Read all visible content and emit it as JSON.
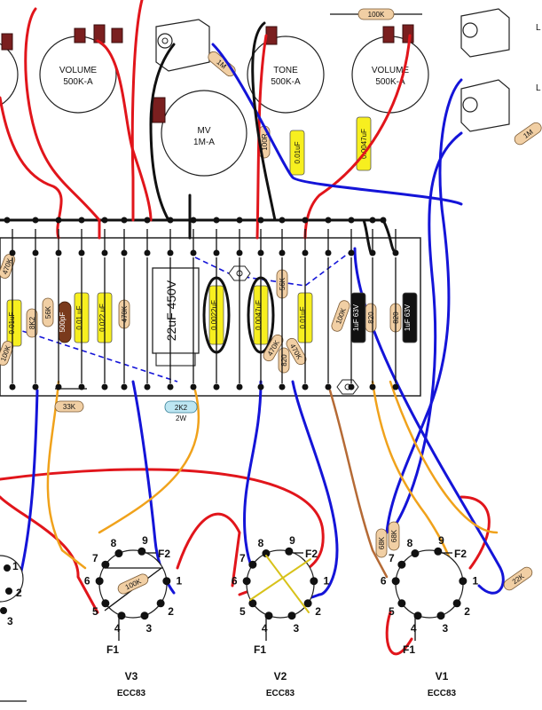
{
  "pots": [
    {
      "id": "vol3",
      "line1": "VOLUME",
      "line2": "500K-A"
    },
    {
      "id": "mv",
      "line1": "MV",
      "line2": "1M-A"
    },
    {
      "id": "tone",
      "line1": "TONE",
      "line2": "500K-A"
    },
    {
      "id": "vol1",
      "line1": "VOLUME",
      "line2": "500K-A"
    }
  ],
  "components": {
    "r_100k_top": "100K",
    "r_1m_a": "1M",
    "r_1m_b": "1M",
    "r_100r": "100R",
    "c_001_tone": "0.01uF",
    "c_0047_top": "0.0047uF",
    "filter_cap": "22uF 450V",
    "c_0022": "0.0022uF",
    "c_0047_board": "0.0047uF",
    "r_56k_b": "56K",
    "c_001_board_v2": "0.01uF",
    "r_100k_v1": "100K",
    "r_820_a": "820",
    "cap_1uf_a": "1uF 63V",
    "r_820_b": "820",
    "cap_1uf_b": "1uF 63V",
    "c_001_board_left": "0.01uF",
    "r_8k2": "8K2",
    "r_56k_a": "56K",
    "c_500pf": "500pF",
    "c_001_mid": "0.01 uF",
    "c_0022_mid": "0.022 uF",
    "r_470k_a": "470K",
    "r_470k_v2": "470K",
    "r_820_v2": "820",
    "r_470k_v2b": "470K",
    "r_33k": "33K",
    "r_2k2": "2K2",
    "r_2k2_rating": "2W",
    "r_100k_v3": "100K",
    "r_68k_a": "68K",
    "r_68k_b": "68K",
    "r_22k": "22K",
    "r_470k_edge": "470K",
    "r_100k_edge": "100K"
  },
  "tubes": [
    {
      "id": "v3",
      "name": "V3",
      "type": "ECC83",
      "f1": "F1",
      "f2": "F2",
      "pins": [
        "1",
        "2",
        "3",
        "4",
        "5",
        "6",
        "7",
        "8",
        "9"
      ]
    },
    {
      "id": "v2",
      "name": "V2",
      "type": "ECC83",
      "f1": "F1",
      "f2": "F2",
      "pins": [
        "1",
        "2",
        "3",
        "4",
        "5",
        "6",
        "7",
        "8",
        "9"
      ]
    },
    {
      "id": "v1",
      "name": "V1",
      "type": "ECC83",
      "f1": "F1",
      "f2": "F2",
      "pins": [
        "1",
        "2",
        "3",
        "4",
        "5",
        "6",
        "7",
        "8",
        "9"
      ]
    }
  ],
  "edge_pins": {
    "p1": "1",
    "p2": "2",
    "p3": "3"
  },
  "edge_letters": {
    "l_a": "L",
    "l_b": "L"
  },
  "colors": {
    "red": "#e1151b",
    "blue": "#1414d8",
    "black": "#111111",
    "orange": "#f0a21b",
    "brown": "#b56a35",
    "yellow_cap": "#f7ef1f",
    "resistor": "#f1cfa4",
    "pot_tab": "#7a1f1f"
  }
}
